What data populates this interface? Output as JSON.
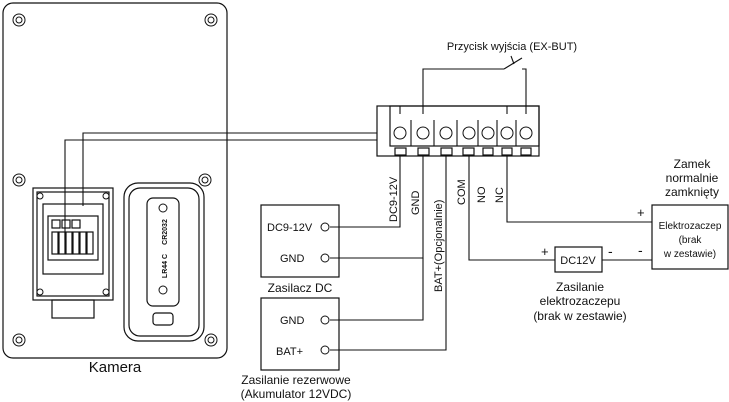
{
  "camera": {
    "label": "Kamera",
    "battery_label_1": "CR2032",
    "battery_label_2": "LR44 C"
  },
  "exit_button": {
    "label": "Przycisk wyjścia (EX-BUT)"
  },
  "wire_labels": {
    "dc": "DC9-12V",
    "gnd": "GND",
    "bat_opt": "BAT+(Opcjonalnie)",
    "com": "COM",
    "no": "NO",
    "nc": "NC"
  },
  "dc_supply": {
    "term_dc": "DC9-12V",
    "term_gnd": "GND",
    "label": "Zasilacz DC"
  },
  "backup_supply": {
    "term_gnd": "GND",
    "term_bat": "BAT+",
    "label_line1": "Zasilanie rezerwowe",
    "label_line2": "(Akumulator 12VDC)"
  },
  "lock": {
    "title_line1": "Zamek",
    "title_line2": "normalnie",
    "title_line3": "zamknięty",
    "box_line1": "Elektrozaczep",
    "box_line2": "(brak",
    "box_line3": "w zestawie)",
    "plus": "+",
    "minus": "-"
  },
  "lock_supply": {
    "box_label": "DC12V",
    "plus": "+",
    "minus": "-",
    "label_line1": "Zasilanie",
    "label_line2": "elektrozaczepu",
    "label_line3": "(brak w zestawie)"
  }
}
